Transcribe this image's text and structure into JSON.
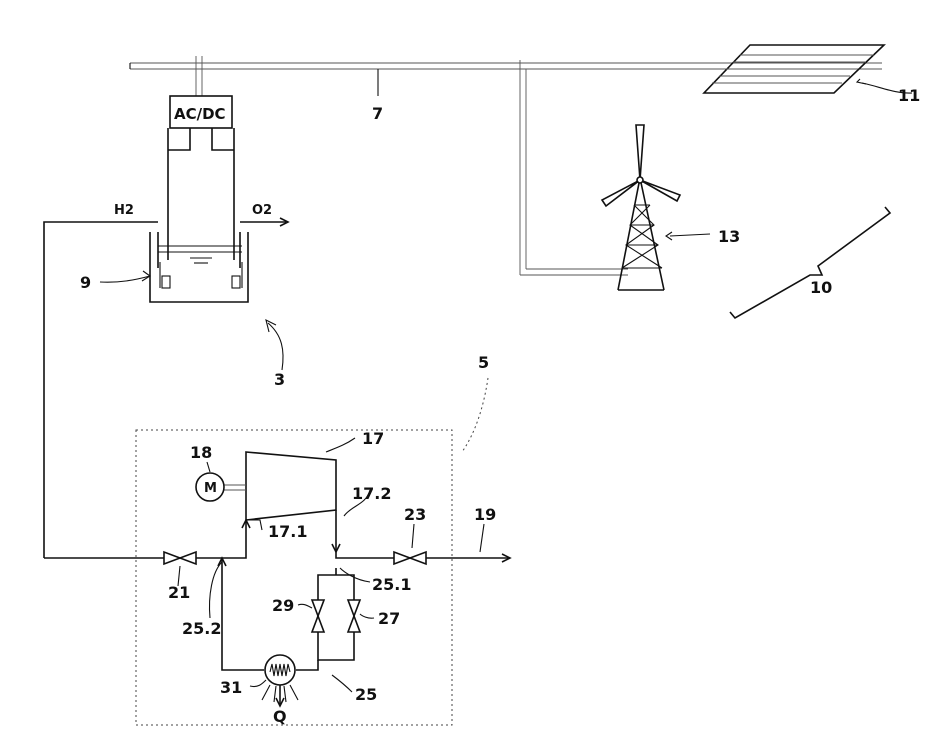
{
  "labels": {
    "acdc": "AC/DC",
    "n7": "7",
    "n11": "11",
    "n13": "13",
    "n10": "10",
    "h2": "H2",
    "o2": "O2",
    "n9": "9",
    "n3": "3",
    "n5": "5",
    "n17": "17",
    "n18": "18",
    "motor": "M",
    "n17_2": "17.2",
    "n17_1": "17.1",
    "n23": "23",
    "n19": "19",
    "n21": "21",
    "n25_1": "25.1",
    "n29": "29",
    "n27": "27",
    "n25_2": "25.2",
    "n31": "31",
    "q": "Q",
    "n25": "25"
  }
}
